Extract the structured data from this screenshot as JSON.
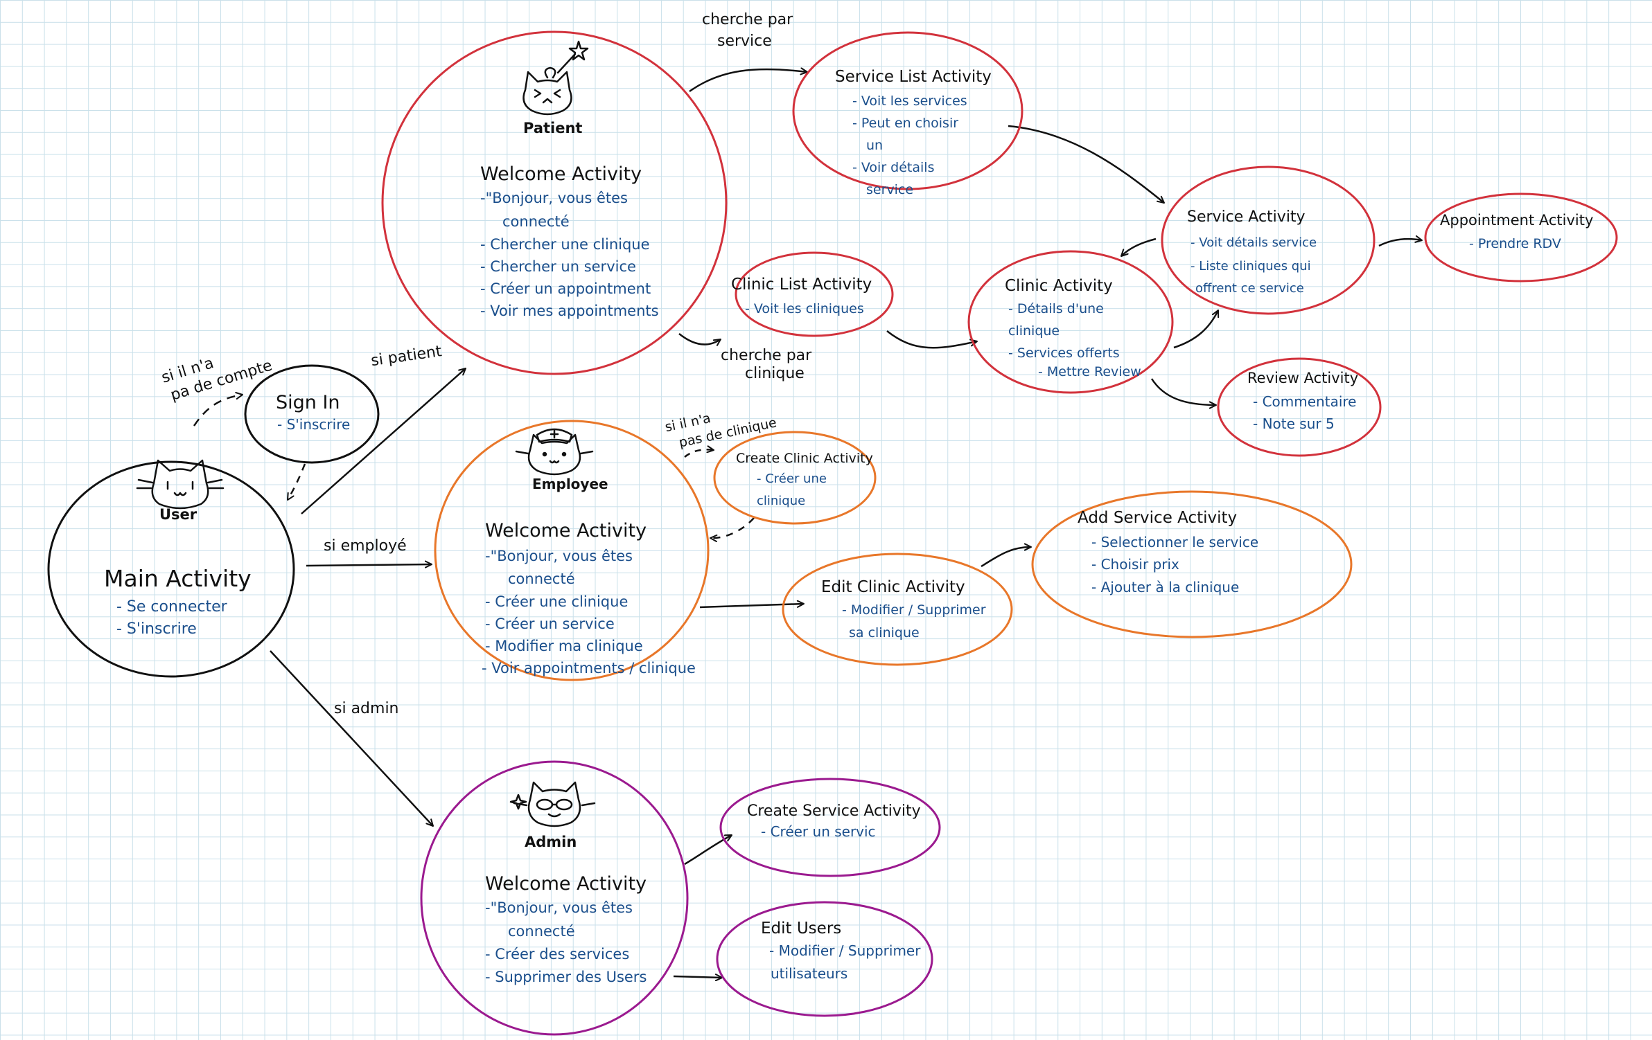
{
  "colors": {
    "user": "#111111",
    "patient": "#d2323c",
    "employee": "#e8772a",
    "admin": "#9b1a8f",
    "text": "#111111",
    "item_text": "#1b4f8c",
    "grid": "#c9e0ea"
  },
  "nodes": {
    "main": {
      "cat": "User",
      "title": "Main Activity",
      "items": [
        "- Se connecter",
        "- S'inscrire"
      ]
    },
    "signin": {
      "title": "Sign In",
      "items": [
        "- S'inscrire"
      ]
    },
    "patient": {
      "cat": "Patient",
      "title": "Welcome Activity",
      "items": [
        "-\"Bonjour, vous êtes",
        "connecté",
        "- Chercher une clinique",
        "- Chercher un service",
        "- Créer un appointment",
        "- Voir mes appointments"
      ]
    },
    "employee": {
      "cat": "Employee",
      "title": "Welcome Activity",
      "items": [
        "-\"Bonjour, vous êtes",
        "connecté",
        "- Créer une clinique",
        "- Créer un service",
        "- Modifier ma clinique",
        "- Voir appointments / clinique"
      ]
    },
    "admin": {
      "cat": "Admin",
      "title": "Welcome Activity",
      "items": [
        "-\"Bonjour, vous êtes",
        "connecté",
        "- Créer des services",
        "- Supprimer des Users"
      ]
    },
    "servicelist": {
      "title": "Service List Activity",
      "items": [
        "- Voit les services",
        "- Peut en choisir",
        "un",
        "- Voir détails",
        "service"
      ]
    },
    "cliniclist": {
      "title": "Clinic List Activity",
      "items": [
        "- Voit les cliniques"
      ]
    },
    "clinic": {
      "title": "Clinic Activity",
      "items": [
        "- Détails d'une",
        "clinique",
        "- Services offerts",
        "- Mettre Review"
      ]
    },
    "service": {
      "title": "Service Activity",
      "items": [
        "- Voit détails service",
        "- Liste cliniques qui",
        "offrent ce service"
      ]
    },
    "appointment": {
      "title": "Appointment Activity",
      "items": [
        "- Prendre RDV"
      ]
    },
    "review": {
      "title": "Review Activity",
      "items": [
        "- Commentaire",
        "- Note sur 5"
      ]
    },
    "createclinic": {
      "title": "Create Clinic Activity",
      "items": [
        "- Créer une",
        "clinique"
      ]
    },
    "editclinic": {
      "title": "Edit Clinic Activity",
      "items": [
        "- Modifier / Supprimer",
        "sa clinique"
      ]
    },
    "addservice": {
      "title": "Add Service Activity",
      "items": [
        "- Selectionner le service",
        "- Choisir prix",
        "- Ajouter à la clinique"
      ]
    },
    "createservice": {
      "title": "Create Service Activity",
      "items": [
        "- Créer un servic"
      ]
    },
    "editusers": {
      "title": "Edit Users",
      "items": [
        "- Modifier / Supprimer",
        "utilisateurs"
      ]
    }
  },
  "edge_labels": {
    "no_account": [
      "si il n'a",
      "pa de compte"
    ],
    "if_patient": [
      "si patient"
    ],
    "if_employee": [
      "si employé"
    ],
    "if_admin": [
      "si admin"
    ],
    "search_service": [
      "cherche par",
      "service"
    ],
    "search_clinic": [
      "cherche par",
      "clinique"
    ],
    "no_clinic": [
      "si il n'a",
      "pas de clinique"
    ]
  }
}
